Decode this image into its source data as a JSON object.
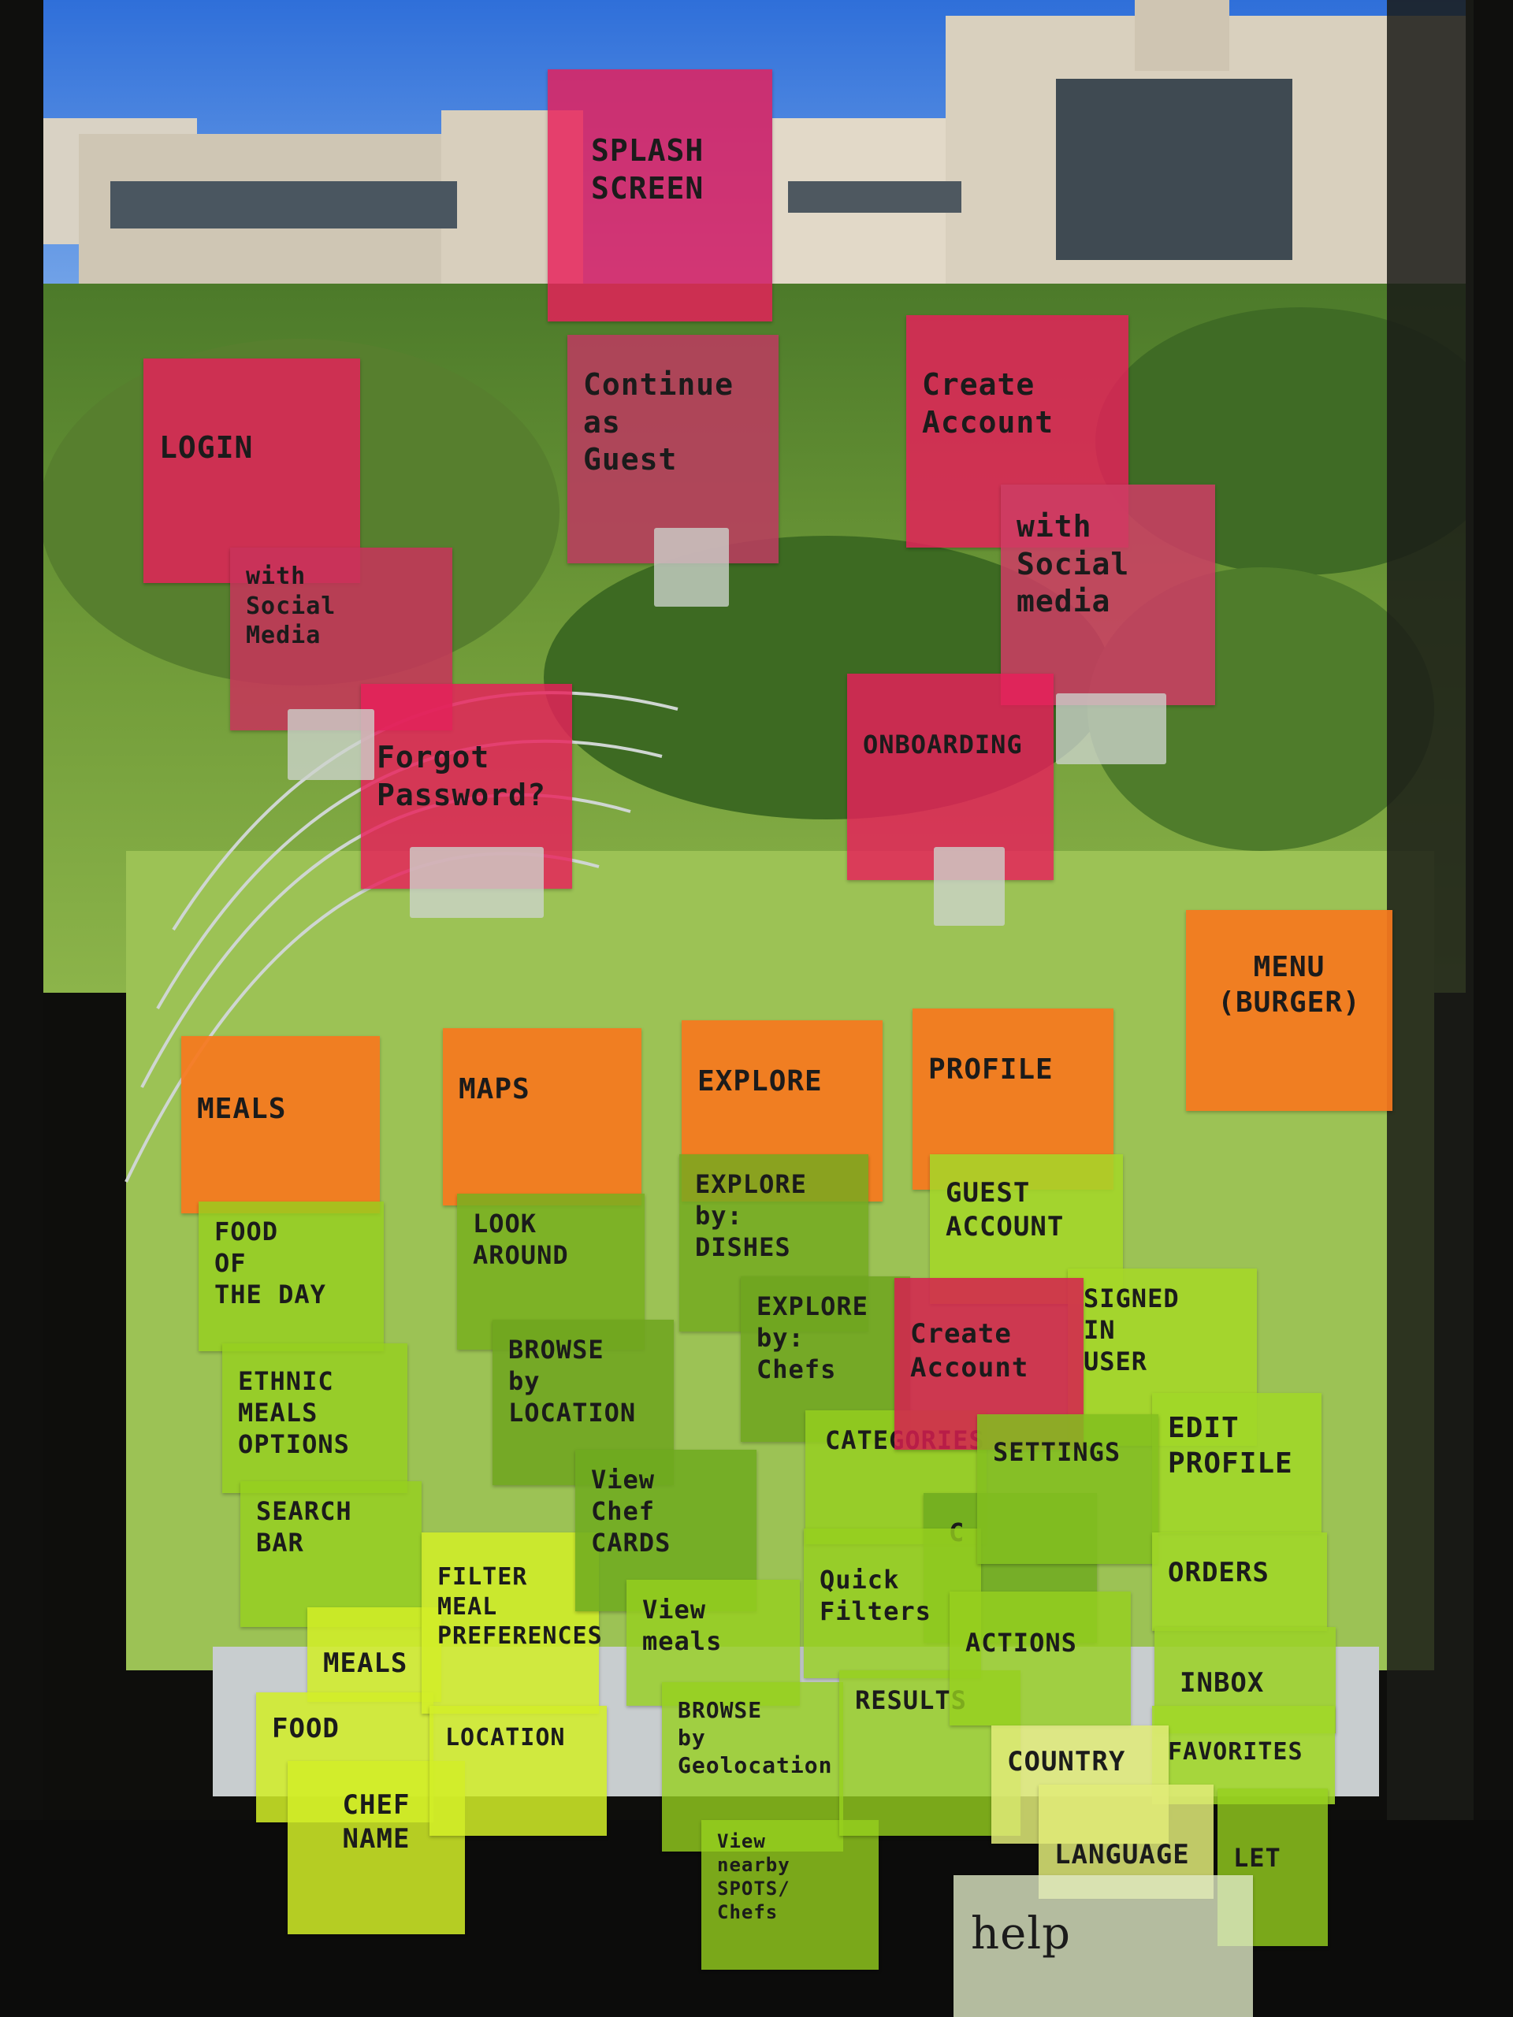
{
  "notes": {
    "splash": "SPLASH\nSCREEN",
    "login": "LOGIN",
    "login_social": "with\nSocial\nMedia",
    "forgot": "Forgot\nPassword?",
    "guest": "Continue\nas\nGuest",
    "create": "Create\nAccount",
    "create_social": "with\nSocial\nmedia",
    "onboarding": "ONBOARDING",
    "menu": "MENU\n(BURGER)",
    "meals_hdr": "MEALS",
    "maps_hdr": "MAPS",
    "explore_hdr": "EXPLORE",
    "profile_hdr": "PROFILE",
    "food_day": "FOOD\nOF\nTHE DAY",
    "ethnic": "ETHNIC\nMEALS\nOPTIONS",
    "search_bar": "SEARCH\nBAR",
    "meals_filter": "MEALS",
    "food": "FOOD",
    "chef_name": "CHEF\nNAME",
    "filter_meal": "FILTER\nMEAL\nPREFERENCES",
    "location": "LOCATION",
    "look_around": "LOOK\nAROUND",
    "browse_location": "BROWSE\nby\nLOCATION",
    "view_chef_cards": "View\nChef\nCARDS",
    "view_meals": "View\nmeals",
    "browse_geo": "BROWSE\nby\nGeolocation",
    "view_nearby": "View\nnearby\nSPOTS/\nChefs",
    "explore_dishes": "EXPLORE\nby:\nDISHES",
    "explore_chefs": "EXPLORE\nby:\nChefs",
    "categories": "CATEGORIES",
    "c": "C",
    "quick_filters": "Quick\nFilters",
    "results": "RESULTS",
    "guest_account": "GUEST\nACCOUNT",
    "create_account_profile": "Create\nAccount",
    "signed_in": "SIGNED\nIN\nUSER",
    "edit_profile": "EDIT\nPROFILE",
    "settings": "SETTINGS",
    "actions": "ACTIONS",
    "orders": "ORDERS",
    "inbox": "INBOX",
    "favorites": "FAVORITES",
    "country": "COUNTRY",
    "language": "LANGUAGE",
    "let": "LET",
    "help": "help"
  },
  "colors": {
    "pink": "#e81e5a",
    "orange": "#f6781e",
    "green": "#96d01e",
    "yellow": "#d2ee28",
    "sky": "#3d7fe0"
  }
}
